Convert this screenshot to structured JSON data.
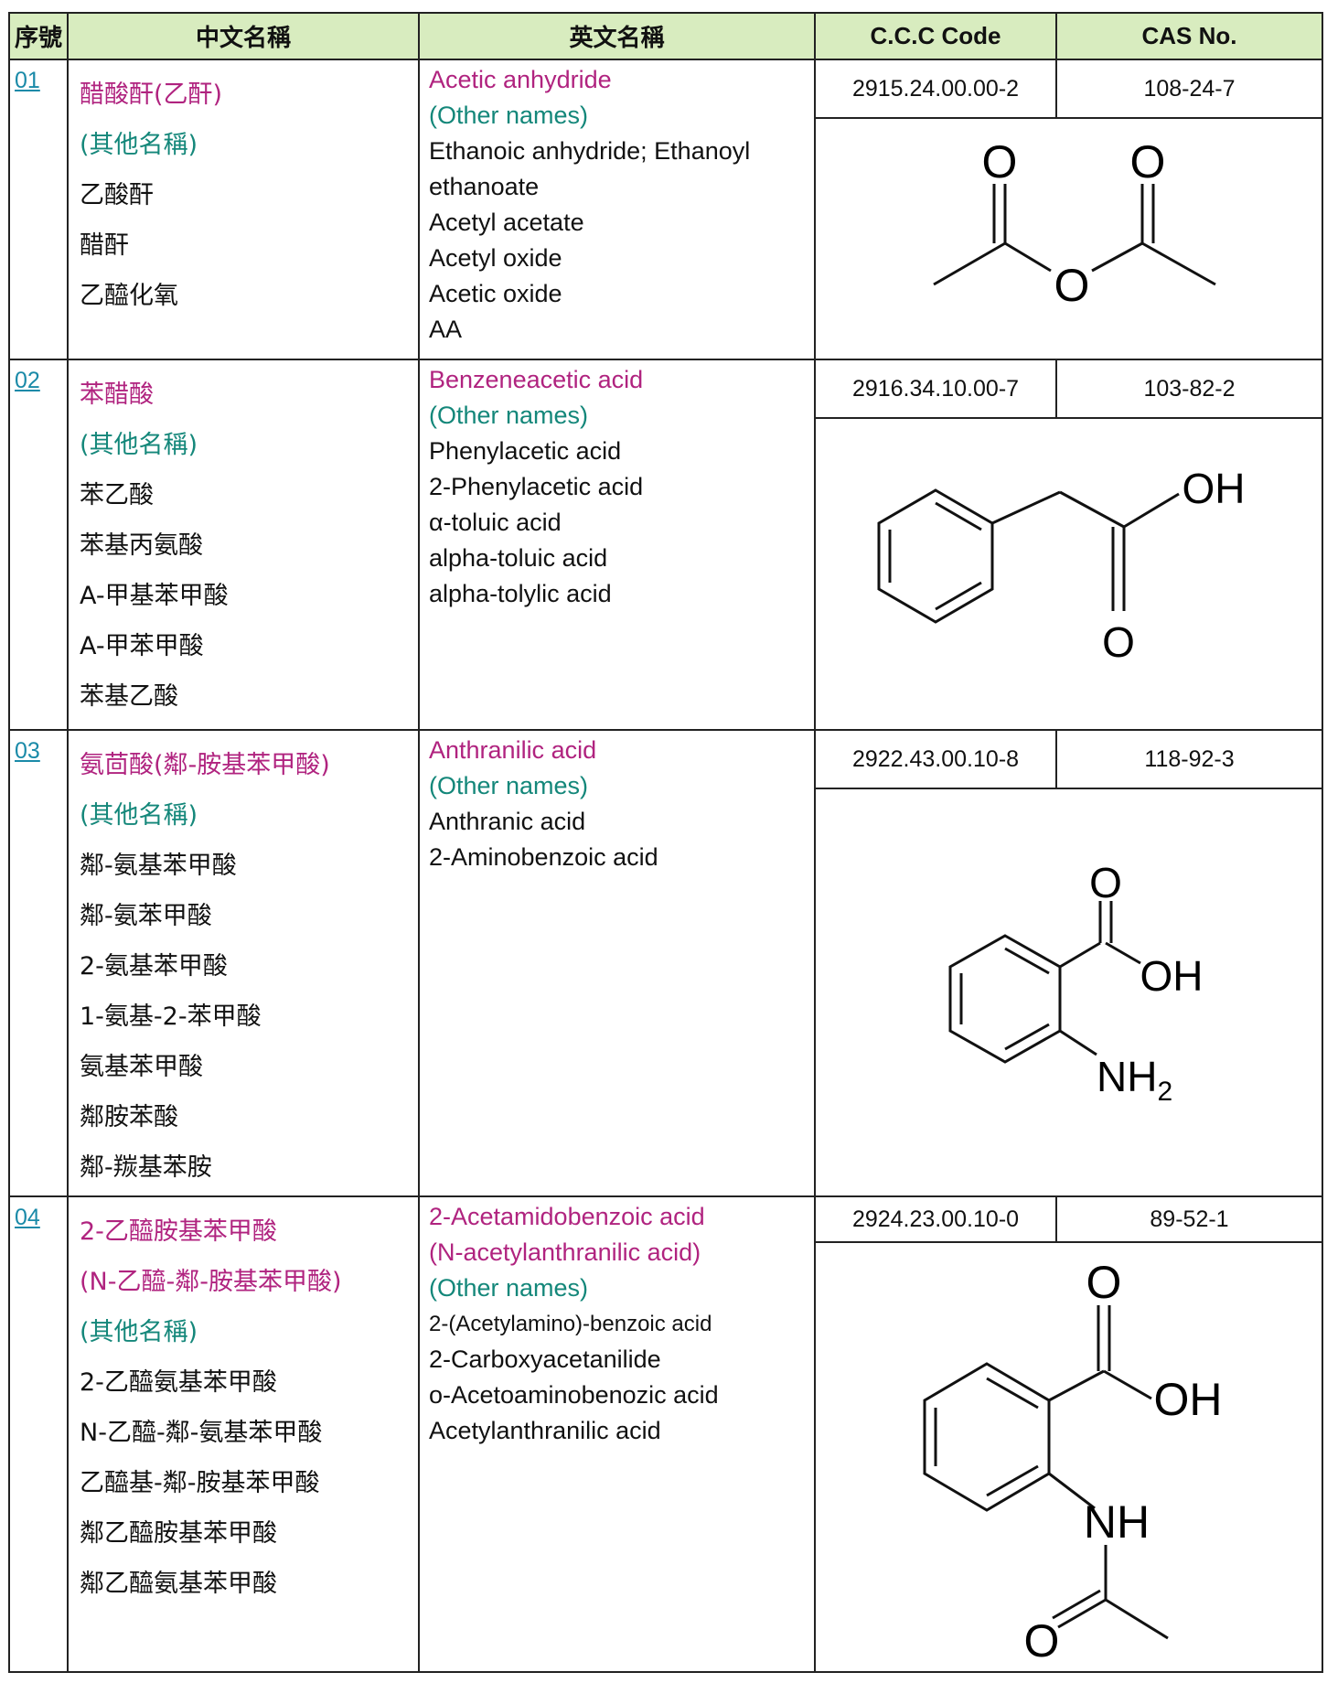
{
  "header": {
    "idx": "序號",
    "zh": "中文名稱",
    "en": "英文名稱",
    "ccc": "C.C.C Code",
    "cas": "CAS No."
  },
  "rows": [
    {
      "idx": "01",
      "zh_primary": [
        "醋酸酐(乙酐)"
      ],
      "zh_other_label": "(其他名稱)",
      "zh_others": [
        "乙酸酐",
        "醋酐",
        "乙醯化氧"
      ],
      "en_primary": [
        "Acetic anhydride"
      ],
      "en_other_label": "(Other names)",
      "en_others": [
        "Ethanoic anhydride; Ethanoyl",
        "ethanoate",
        "Acetyl acetate",
        "Acetyl oxide",
        "Acetic oxide",
        "AA"
      ],
      "ccc": "2915.24.00.00-2",
      "cas": "108-24-7",
      "structure": "acetic-anhydride-structure"
    },
    {
      "idx": "02",
      "zh_primary": [
        "苯醋酸"
      ],
      "zh_other_label": "(其他名稱)",
      "zh_others": [
        "苯乙酸",
        "苯基丙氨酸",
        "A-甲基苯甲酸",
        "A-甲苯甲酸",
        "苯基乙酸"
      ],
      "en_primary": [
        "Benzeneacetic acid"
      ],
      "en_other_label": "(Other names)",
      "en_others": [
        "Phenylacetic acid",
        "2-Phenylacetic acid",
        "α-toluic acid",
        "alpha-toluic acid",
        "alpha-tolylic acid"
      ],
      "ccc": "2916.34.10.00-7",
      "cas": "103-82-2",
      "structure": "phenylacetic-acid-structure"
    },
    {
      "idx": "03",
      "zh_primary": [
        "氨茴酸(鄰-胺基苯甲酸)"
      ],
      "zh_other_label": "(其他名稱)",
      "zh_others": [
        "鄰-氨基苯甲酸",
        "鄰-氨苯甲酸",
        "2-氨基苯甲酸",
        "1-氨基-2-苯甲酸",
        "氨基苯甲酸",
        "鄰胺苯酸",
        "鄰-羰基苯胺"
      ],
      "en_primary": [
        "Anthranilic acid"
      ],
      "en_other_label": "(Other names)",
      "en_others": [
        "Anthranic acid",
        "2-Aminobenzoic acid"
      ],
      "ccc": "2922.43.00.10-8",
      "cas": "118-92-3",
      "structure": "anthranilic-acid-structure"
    },
    {
      "idx": "04",
      "zh_primary": [
        "2-乙醯胺基苯甲酸",
        "(N-乙醯-鄰-胺基苯甲酸)"
      ],
      "zh_other_label": "(其他名稱)",
      "zh_others": [
        "2-乙醯氨基苯甲酸",
        "N-乙醯-鄰-氨基苯甲酸",
        "乙醯基-鄰-胺基苯甲酸",
        "鄰乙醯胺基苯甲酸",
        "鄰乙醯氨基苯甲酸"
      ],
      "en_primary": [
        "2-Acetamidobenzoic acid",
        "(N-acetylanthranilic acid)"
      ],
      "en_other_label": "(Other names)",
      "en_others": [
        "2-(Acetylamino)-benzoic acid",
        "2-Carboxyacetanilide",
        "o-Acetoaminobenozic acid",
        "Acetylanthranilic acid"
      ],
      "ccc": "2924.23.00.10-0",
      "cas": "89-52-1",
      "structure": "acetylanthranilic-acid-structure"
    }
  ],
  "structure_labels": {
    "O": "O",
    "OH": "OH",
    "NH": "NH",
    "N": "N",
    "H": "H",
    "sub2": "2"
  }
}
